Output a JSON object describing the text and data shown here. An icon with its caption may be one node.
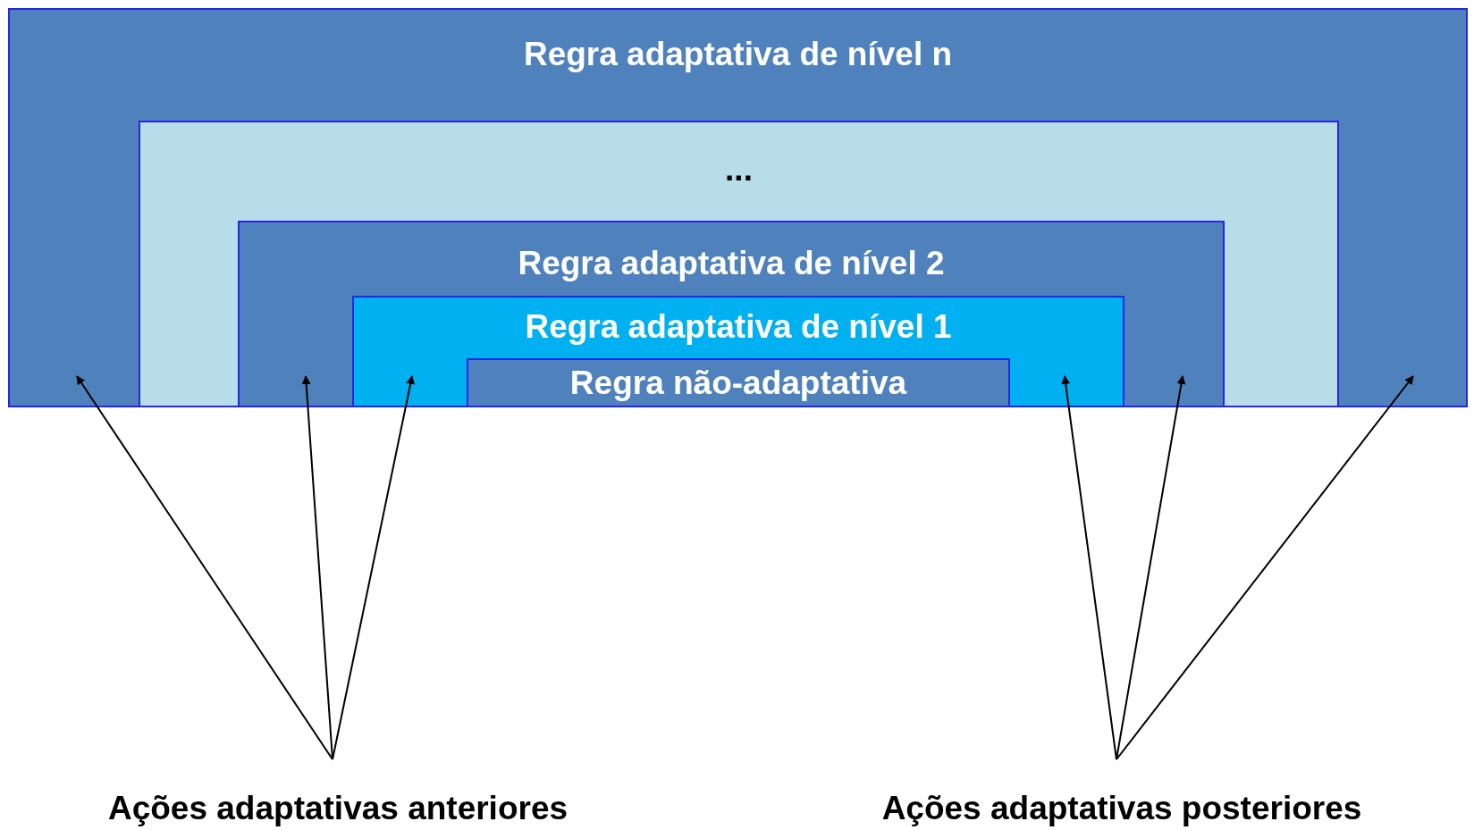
{
  "diagram": {
    "nodes": [
      {
        "text": [
          "Regra adaptativa de nível n"
        ]
      },
      {
        "text": [
          "..."
        ],
        "in": 0
      },
      {
        "text": [
          "Regra adaptativa de nível 2"
        ],
        "in": 1
      },
      {
        "text": [
          "Regra adaptativa de nível 1"
        ],
        "in": 2
      },
      {
        "text": [
          "Regra não-adaptativa"
        ],
        "in": 3
      },
      {
        "text": [
          "Ações adaptativas anteriores"
        ]
      },
      {
        "text": [
          "Ações adaptativas posteriores"
        ]
      }
    ],
    "edges": [
      {
        "from": 5,
        "to": 0,
        "arrow": "to"
      },
      {
        "from": 5,
        "to": 2,
        "arrow": "to"
      },
      {
        "from": 5,
        "to": 3,
        "arrow": "to"
      },
      {
        "from": 6,
        "to": 3,
        "arrow": "to"
      },
      {
        "from": 6,
        "to": 2,
        "arrow": "to"
      },
      {
        "from": 6,
        "to": 0,
        "arrow": "to"
      }
    ]
  }
}
